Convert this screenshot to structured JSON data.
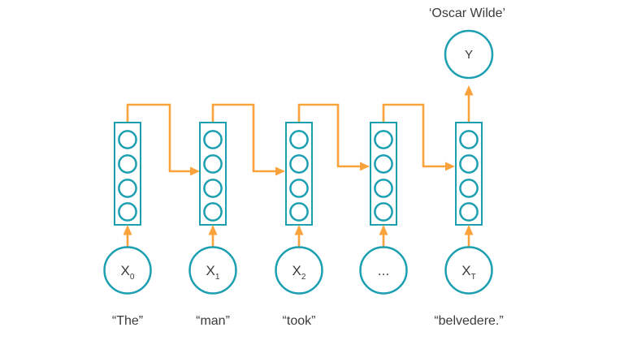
{
  "output": {
    "word": "‘Oscar Wilde’",
    "label": "Y"
  },
  "inputs": [
    {
      "base": "X",
      "sub": "0",
      "word": "“The”"
    },
    {
      "base": "X",
      "sub": "1",
      "word": "“man”"
    },
    {
      "base": "X",
      "sub": "2",
      "word": "“took”"
    },
    {
      "base": "...",
      "sub": "",
      "word": ""
    },
    {
      "base": "X",
      "sub": "T",
      "word": "“belvedere.”"
    }
  ],
  "colors": {
    "teal": "#1c9fb0",
    "orange": "#faa23c",
    "ink": "#3b3b3b"
  }
}
